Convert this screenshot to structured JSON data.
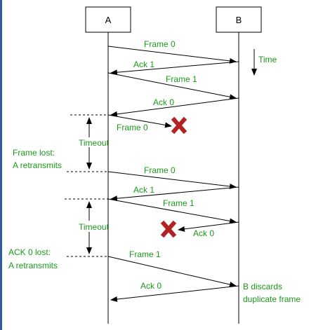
{
  "entities": {
    "a_label": "A",
    "b_label": "B"
  },
  "time_label": "Time",
  "messages": {
    "m1": "Frame 0",
    "m2": "Ack 1",
    "m3": "Frame 1",
    "m4": "Ack 0",
    "m5": "Frame 0",
    "m6": "Frame 0",
    "m7": "Ack 1",
    "m8": "Frame 1",
    "m9": "Ack 0",
    "m10": "Frame 1",
    "m11": "Ack 0"
  },
  "annotations": {
    "timeout_1": "Timeout",
    "timeout_2": "Timeout",
    "frame_lost_1": "Frame lost:",
    "frame_lost_2": "A retransmits",
    "ack_lost_1": "ACK 0 lost:",
    "ack_lost_2": "A retransmits",
    "discard_1": "B discards",
    "discard_2": "duplicate frame"
  },
  "colors": {
    "text_green": "#1a9a1a",
    "line": "#000000",
    "lost_marker": "#b22222",
    "left_edge_band": "#2e5aa8"
  }
}
